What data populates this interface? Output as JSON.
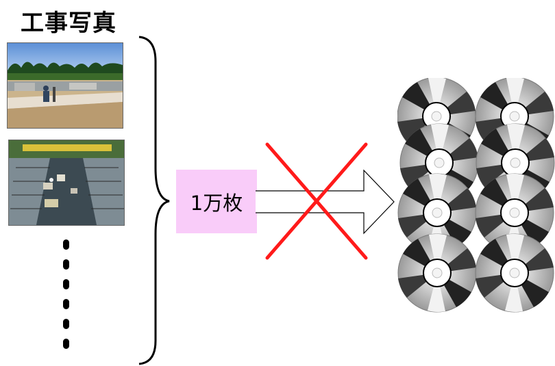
{
  "title": "工事写真",
  "photos": [
    {
      "icon": "construction-site-photo"
    },
    {
      "icon": "rebar-trench-photo"
    }
  ],
  "continuation_dots": 6,
  "brace": {
    "icon": "right-curly-brace"
  },
  "count_label": "1万枚",
  "arrow": {
    "icon": "right-arrow",
    "crossed_out": true,
    "cross_color": "#ff1a1a"
  },
  "discs": {
    "icon": "cd-disc",
    "rows": 4,
    "columns": 2
  },
  "colors": {
    "label_background": "#f9ccf9",
    "cross": "#ff1a1a"
  }
}
